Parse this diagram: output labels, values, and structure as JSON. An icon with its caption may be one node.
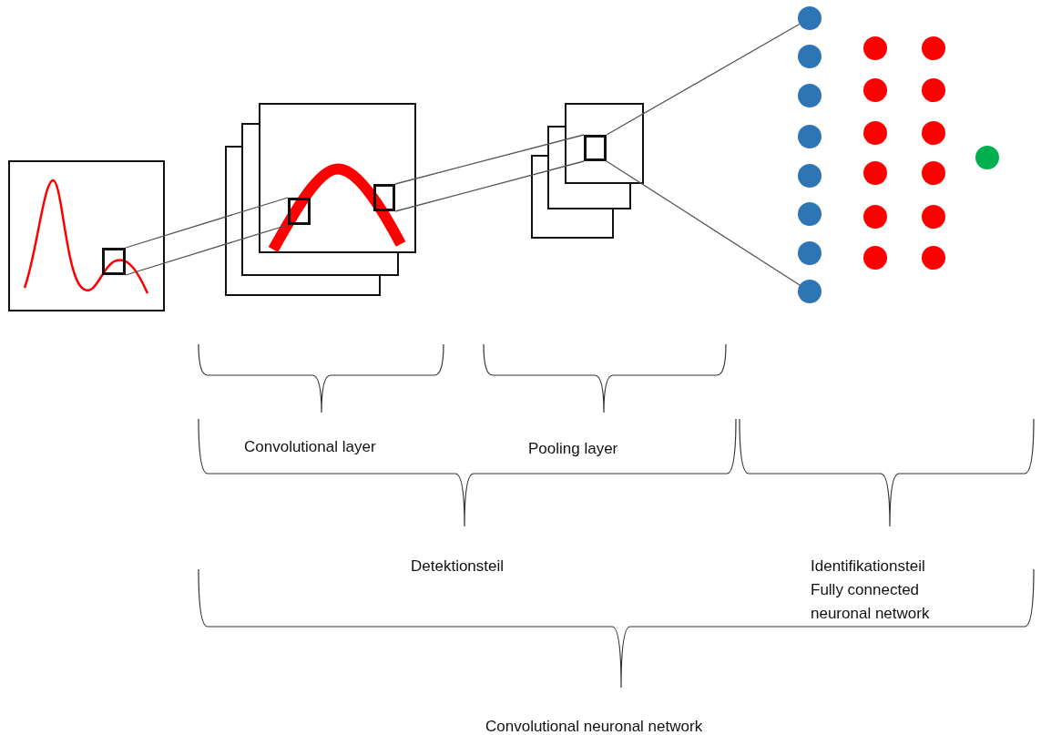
{
  "diagram": {
    "nodes": [
      {
        "text": [],
        "shape": "box"
      },
      {
        "text": [],
        "shape": "box",
        "in": 0
      },
      {
        "text": [],
        "shape": "box"
      },
      {
        "text": [],
        "shape": "box",
        "in": 2
      },
      {
        "text": [],
        "shape": "box",
        "in": 2
      },
      {
        "text": [],
        "shape": "box"
      },
      {
        "text": [],
        "shape": "box",
        "in": 5
      },
      {
        "text": [],
        "shape": "circle"
      },
      {
        "text": [],
        "shape": "circle"
      },
      {
        "text": [],
        "shape": "circle"
      },
      {
        "text": [],
        "shape": "circle"
      },
      {
        "text": [],
        "shape": "circle"
      },
      {
        "text": [],
        "shape": "circle"
      },
      {
        "text": [],
        "shape": "circle"
      },
      {
        "text": [],
        "shape": "circle"
      },
      {
        "text": [],
        "shape": "circle"
      },
      {
        "text": [],
        "shape": "circle"
      },
      {
        "text": [],
        "shape": "circle"
      },
      {
        "text": [],
        "shape": "circle"
      },
      {
        "text": [],
        "shape": "circle"
      },
      {
        "text": [],
        "shape": "circle"
      },
      {
        "text": [],
        "shape": "circle"
      },
      {
        "text": [],
        "shape": "circle"
      },
      {
        "text": [],
        "shape": "circle"
      },
      {
        "text": [],
        "shape": "circle"
      },
      {
        "text": [],
        "shape": "circle"
      },
      {
        "text": [],
        "shape": "circle"
      },
      {
        "text": [],
        "shape": "circle"
      }
    ],
    "edges": [
      {
        "from": 1,
        "to": 3,
        "arrow": "none"
      },
      {
        "from": 1,
        "to": 3,
        "arrow": "none"
      },
      {
        "from": 4,
        "to": 6,
        "arrow": "none"
      },
      {
        "from": 4,
        "to": 6,
        "arrow": "none"
      },
      {
        "from": 6,
        "to": 7,
        "arrow": "none"
      },
      {
        "from": 6,
        "to": 14,
        "arrow": "none"
      }
    ],
    "labels": [
      "Convolutional layer",
      "Pooling layer",
      "Detektionsteil",
      "Identifikationsteil Fully connected neuronal network",
      "Convolutional neuronal network"
    ]
  }
}
